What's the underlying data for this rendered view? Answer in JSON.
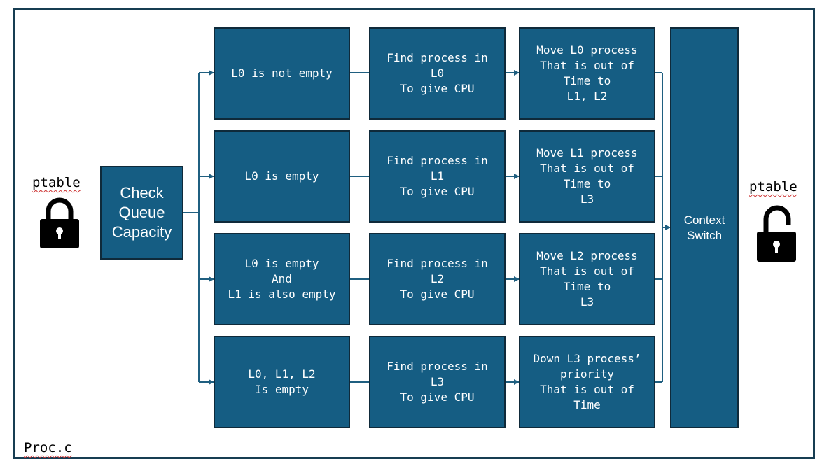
{
  "diagram": {
    "file_label": "Proc.c",
    "lock_left": {
      "label": "ptable",
      "icon": "locked-padlock-icon"
    },
    "lock_right": {
      "label": "ptable",
      "icon": "unlocked-padlock-icon"
    },
    "check_box": "Check\nQueue\nCapacity",
    "context_switch": "Context\nSwitch",
    "rows": [
      {
        "condition": "L0 is not empty",
        "find": "Find process in\nL0\nTo give CPU",
        "action": "Move L0 process\nThat is out of\nTime to\nL1, L2"
      },
      {
        "condition": "L0 is empty",
        "find": "Find process in\nL1\nTo give CPU",
        "action": "Move L1 process\nThat is out of\nTime to\nL3"
      },
      {
        "condition": "L0 is empty\nAnd\nL1 is also empty",
        "find": "Find process in\nL2\nTo give CPU",
        "action": "Move L2 process\nThat is out of\nTime to\nL3"
      },
      {
        "condition": "L0, L1, L2\nIs empty",
        "find": "Find process in\nL3\nTo give CPU",
        "action": "Down L3 process’\npriority\nThat is out of\nTime"
      }
    ],
    "colors": {
      "box_fill": "#155d83",
      "box_border": "#0f2a3a",
      "arrow": "#1f5f80",
      "frame": "#173d52"
    }
  }
}
